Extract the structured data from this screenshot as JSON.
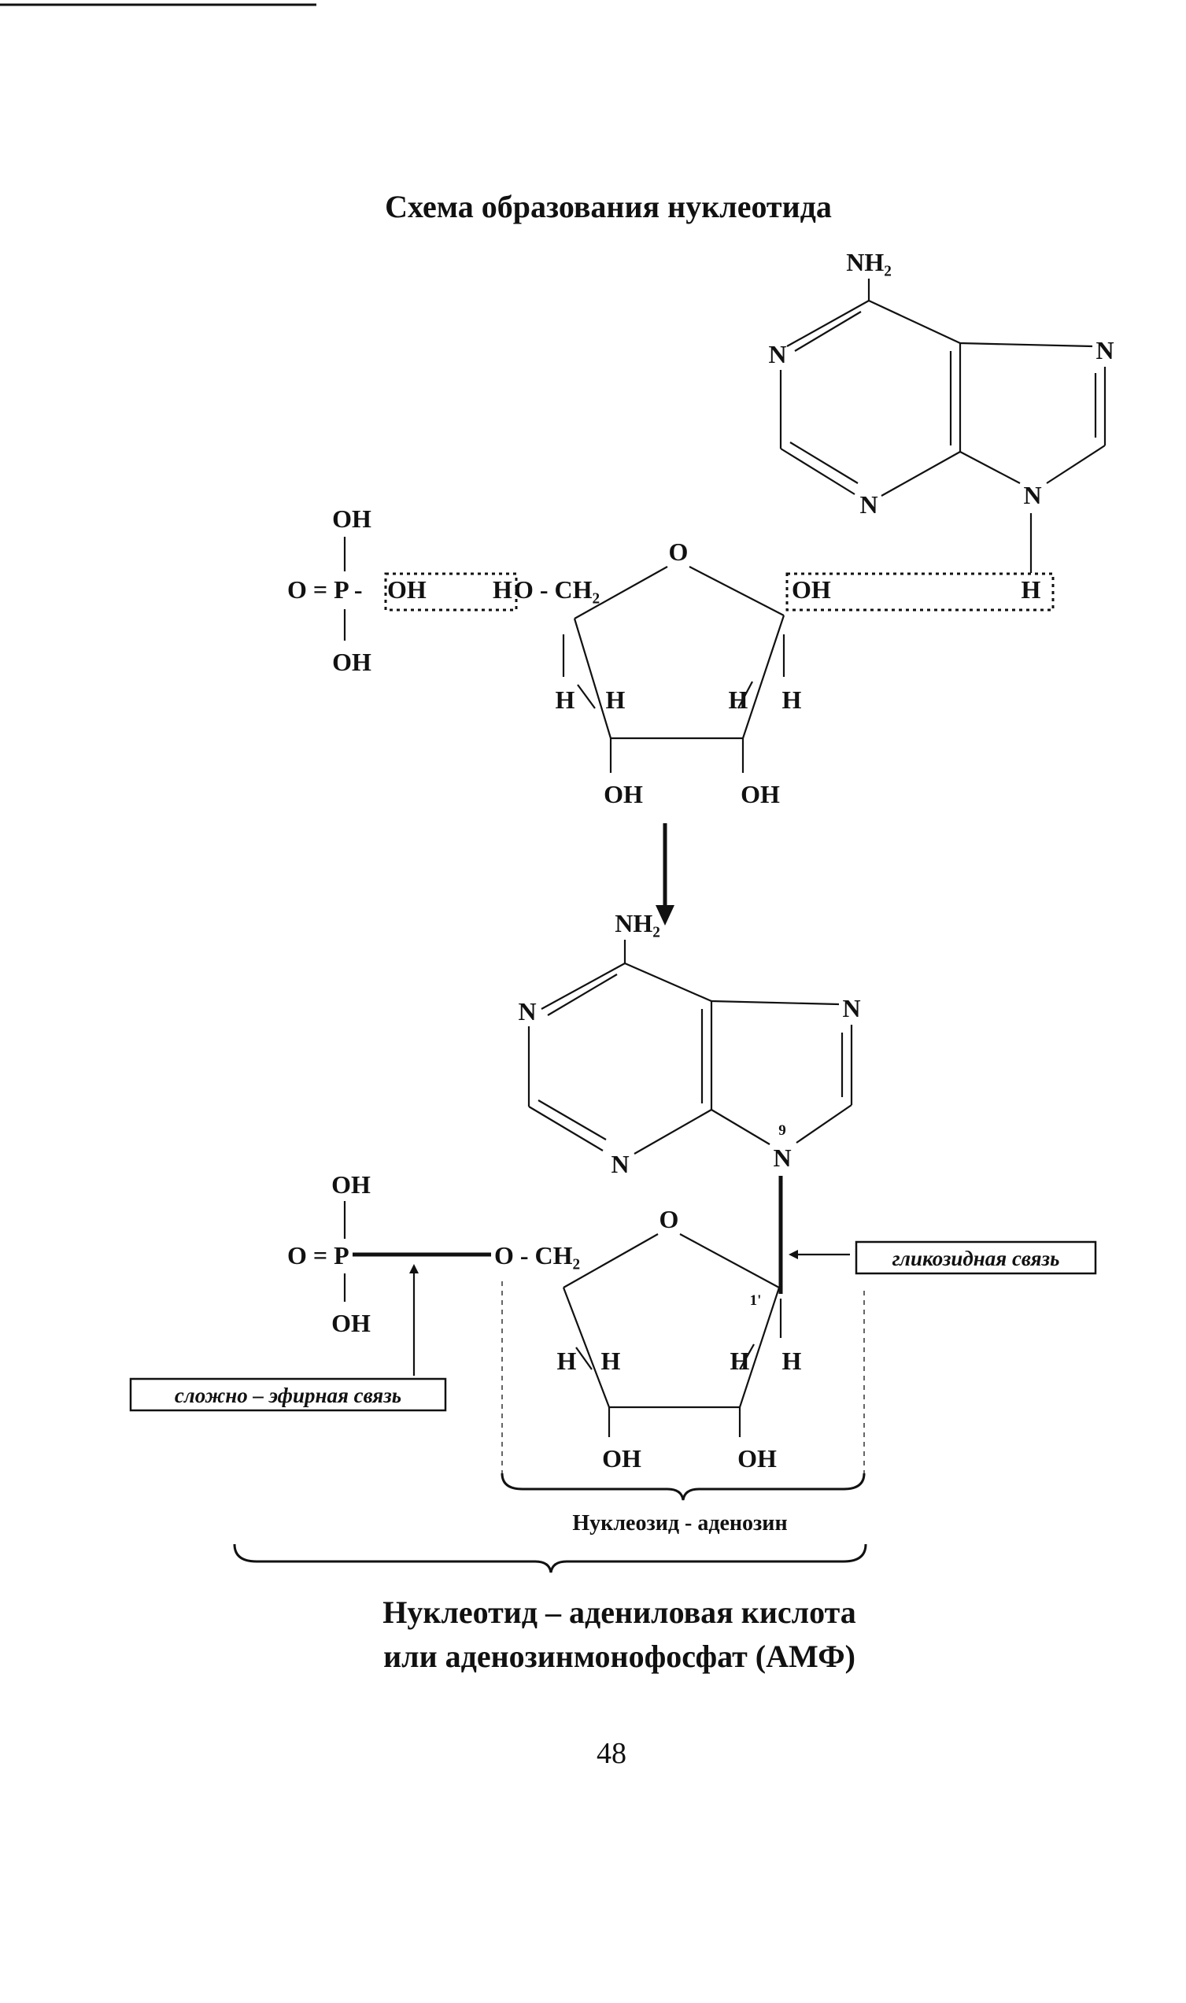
{
  "header_rule": true,
  "title": "Схема образования нуклеотида",
  "atoms": {
    "oh": "OH",
    "h": "H",
    "o": "O",
    "n": "N",
    "nh2": "NH₂",
    "phosphate_eq": "O = P -",
    "phosphate_o": "O = P",
    "o_ch2": "O - CH₂",
    "ch2": "CH₂",
    "n9": "9",
    "c1prime": "1'"
  },
  "labels": {
    "glycosidic_bond": "гликозидная связь",
    "ester_bond": "сложно – эфирная связь",
    "nucleoside": "Нуклеозид - аденозин",
    "nucleotide_line1": "Нуклеотид – адениловая кислота",
    "nucleotide_line2": "или аденозинмонофосфат (АМФ)"
  },
  "page_number": "48"
}
